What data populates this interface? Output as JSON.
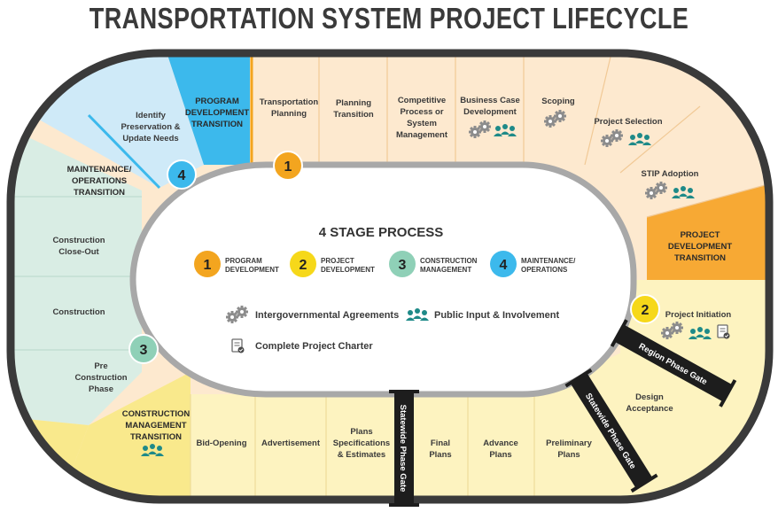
{
  "title": "TRANSPORTATION  SYSTEM PROJECT LIFECYCLE",
  "center_title": "4 STAGE PROCESS",
  "stages": [
    {
      "num": "1",
      "line1": "PROGRAM",
      "line2": "DEVELOPMENT",
      "color": "#f3a51f"
    },
    {
      "num": "2",
      "line1": "PROJECT",
      "line2": "DEVELOPMENT",
      "color": "#f6d81a"
    },
    {
      "num": "3",
      "line1": "CONSTRUCTION",
      "line2": "MANAGEMENT",
      "color": "#8fd0b7"
    },
    {
      "num": "4",
      "line1": "MAINTENANCE/",
      "line2": "OPERATIONS",
      "color": "#3cb9ec"
    }
  ],
  "legend": {
    "gear": "Intergovernmental Agreements",
    "people": "Public Input & Involvement",
    "charter": "Complete Project Charter"
  },
  "top_segments": [
    [
      "Transportation",
      "Planning"
    ],
    [
      "Planning",
      "Transition"
    ],
    [
      "Competitive",
      "Process or",
      "System",
      "Management"
    ],
    [
      "Business Case",
      "Development"
    ],
    [
      "Scoping"
    ]
  ],
  "right_segments": {
    "project_selection": "Project Selection",
    "stip_adoption": "STIP Adoption",
    "pd_transition": [
      "PROJECT",
      "DEVELOPMENT",
      "TRANSITION"
    ],
    "project_initiation": "Project Initiation",
    "design_acceptance": [
      "Design",
      "Acceptance"
    ]
  },
  "bottom_segments": [
    [
      "Preliminary",
      "Plans"
    ],
    [
      "Advance",
      "Plans"
    ],
    [
      "Final",
      "Plans"
    ],
    [
      "Plans",
      "Specifications",
      "& Estimates"
    ],
    [
      "Advertisement"
    ],
    [
      "Bid-Opening"
    ],
    [
      "CONSTRUCTION",
      "MANAGEMENT",
      "TRANSITION"
    ]
  ],
  "left_segments": {
    "pre_construction": [
      "Pre",
      "Construction",
      "Phase"
    ],
    "construction": "Construction",
    "close_out": [
      "Construction",
      "Close-Out"
    ],
    "mo_transition": [
      "MAINTENANCE/",
      "OPERATIONS",
      "TRANSITION"
    ],
    "identify": [
      "Identify",
      "Preservation &",
      "Update Needs"
    ],
    "program_transition": [
      "PROGRAM",
      "DEVELOPMENT",
      "TRANSITION"
    ]
  },
  "gates": {
    "region": "Region Phase Gate",
    "statewide_right": "Statewide Phase Gate",
    "statewide_bottom": "Statewide Phase Gate"
  },
  "track_numbers": [
    "1",
    "2",
    "3",
    "4"
  ],
  "colors": {
    "stage1_bg": "#fde9cf",
    "stage2_bg": "#fdf3c0",
    "stage3_bg": "#d9ede4",
    "stage4_bg": "#cfeaf8",
    "transition1": "#f7a934",
    "transition2": "#f9e98c",
    "transition4": "#3cb9ec",
    "border": "#3a3a3a",
    "icon": "#8c8c8c",
    "people": "#1e8a88"
  }
}
